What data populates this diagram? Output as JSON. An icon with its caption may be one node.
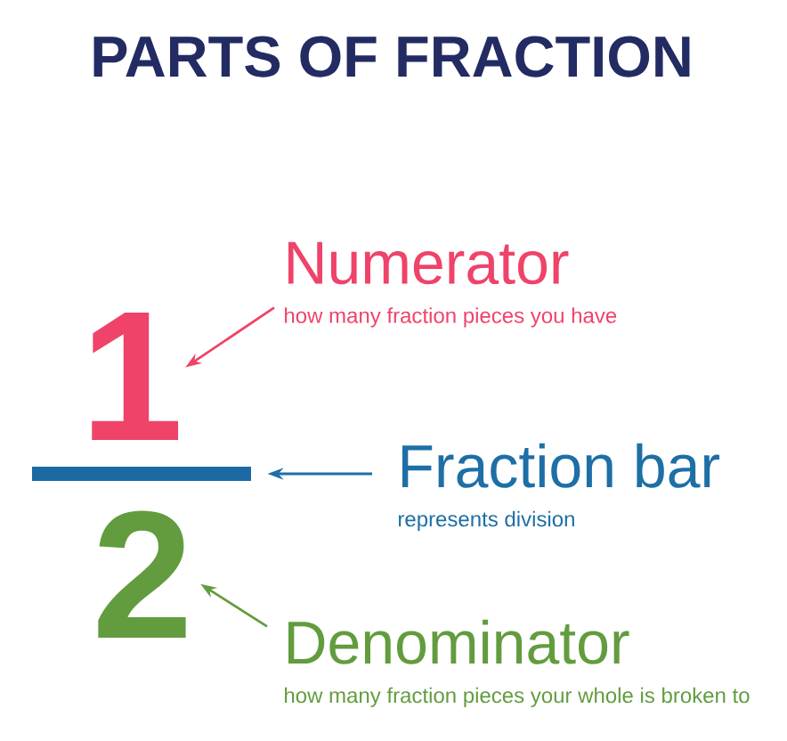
{
  "diagram": {
    "title": "PARTS OF FRACTION",
    "nodes": [
      {
        "text": [
          "Numerator",
          "how many fraction pieces you have"
        ]
      },
      {
        "text": [
          "1"
        ]
      },
      {
        "text": [],
        "shape": "bar"
      },
      {
        "text": [
          "Fraction bar",
          "represents division"
        ]
      },
      {
        "text": [
          "2"
        ]
      },
      {
        "text": [
          "Denominator",
          "how many fraction pieces your whole is broken to"
        ]
      }
    ],
    "edges": [
      {
        "from": 0,
        "to": 1,
        "arrow": "to",
        "color": "#ef436a"
      },
      {
        "from": 3,
        "to": 2,
        "arrow": "to",
        "color": "#1d6fa6"
      },
      {
        "from": 5,
        "to": 4,
        "arrow": "to",
        "color": "#629c3e"
      }
    ]
  }
}
